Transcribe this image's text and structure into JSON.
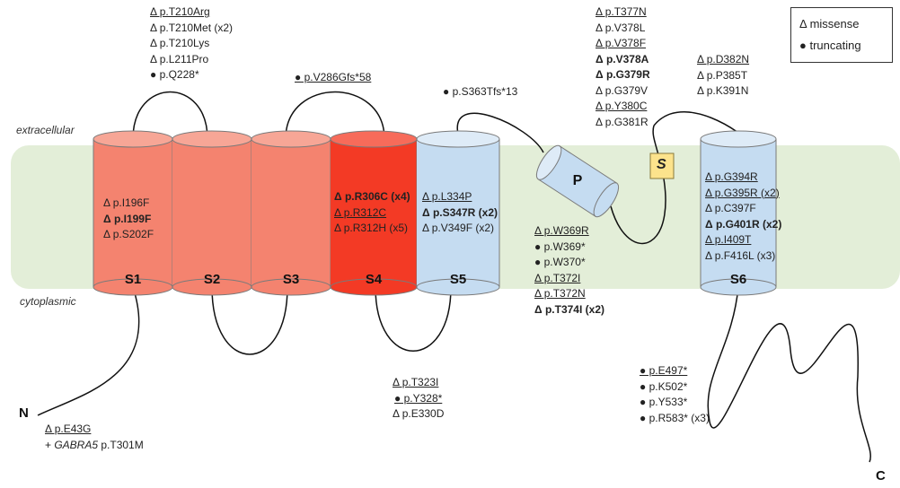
{
  "regions": {
    "extracellular": "extracellular",
    "cytoplasmic": "cytoplasmic"
  },
  "segments": {
    "s1": "S1",
    "s2": "S2",
    "s3": "S3",
    "s4": "S4",
    "s5": "S5",
    "s6": "S6",
    "p": "P",
    "s": "S"
  },
  "termini": {
    "n": "N",
    "c": "C"
  },
  "legend": {
    "missense": "Δ missense",
    "truncating": "● truncating"
  },
  "colors": {
    "membrane": "#e3eed8",
    "s1_s3": "#f4836f",
    "s4": "#f33a25",
    "blue": "#c5dcf1",
    "s_box": "#fce38c"
  },
  "variants": {
    "loop_s1_s2": [
      "Δ p.T210Arg",
      "Δ p.T210Met (x2)",
      "Δ p.T210Lys",
      "Δ p.L211Pro",
      "● p.Q228*"
    ],
    "loop_s3_s4": [
      "● p.V286Gfs*58"
    ],
    "loop_s5_p": [
      "● p.S363Tfs*13"
    ],
    "p_loop_top": [
      "Δ p.T377N",
      "Δ p.V378L",
      "Δ p.V378F",
      "Δ p.V378A",
      "Δ p.G379R",
      "Δ p.G379V",
      "Δ p.Y380C",
      "Δ p.G381R"
    ],
    "s_s6_loop": [
      "Δ p.D382N",
      "Δ p.P385T",
      "Δ p.K391N"
    ],
    "s1": [
      "Δ p.I196F",
      "Δ p.I199F",
      "Δ p.S202F"
    ],
    "s4": [
      "Δ p.R306C (x4)",
      "Δ p.R312C",
      "Δ p.R312H (x5)"
    ],
    "s5": [
      "Δ p.L334P",
      "Δ p.S347R (x2)",
      "Δ p.V349F (x2)"
    ],
    "s6": [
      "Δ p.G394R",
      "Δ p.G395R (x2)",
      "Δ p.C397F",
      "Δ p.G401R (x2)",
      "Δ p.I409T",
      "Δ p.F416L (x3)"
    ],
    "p_loop_bottom": [
      "Δ p.W369R",
      "● p.W369*",
      "● p.W370*",
      "Δ p.T372I",
      "Δ p.T372N",
      "Δ p.T374I (x2)"
    ],
    "loop_s4_s5": [
      "Δ p.T323I",
      "● p.Y328*",
      "Δ p.E330D"
    ],
    "c_term": [
      "● p.E497*",
      "● p.K502*",
      "● p.Y533*",
      "● p.R583* (x3)"
    ],
    "n_term": [
      "Δ p.E43G"
    ],
    "n_term_extra": {
      "prefix": "+ ",
      "gene": "GABRA5",
      "rest": " p.T301M"
    }
  }
}
